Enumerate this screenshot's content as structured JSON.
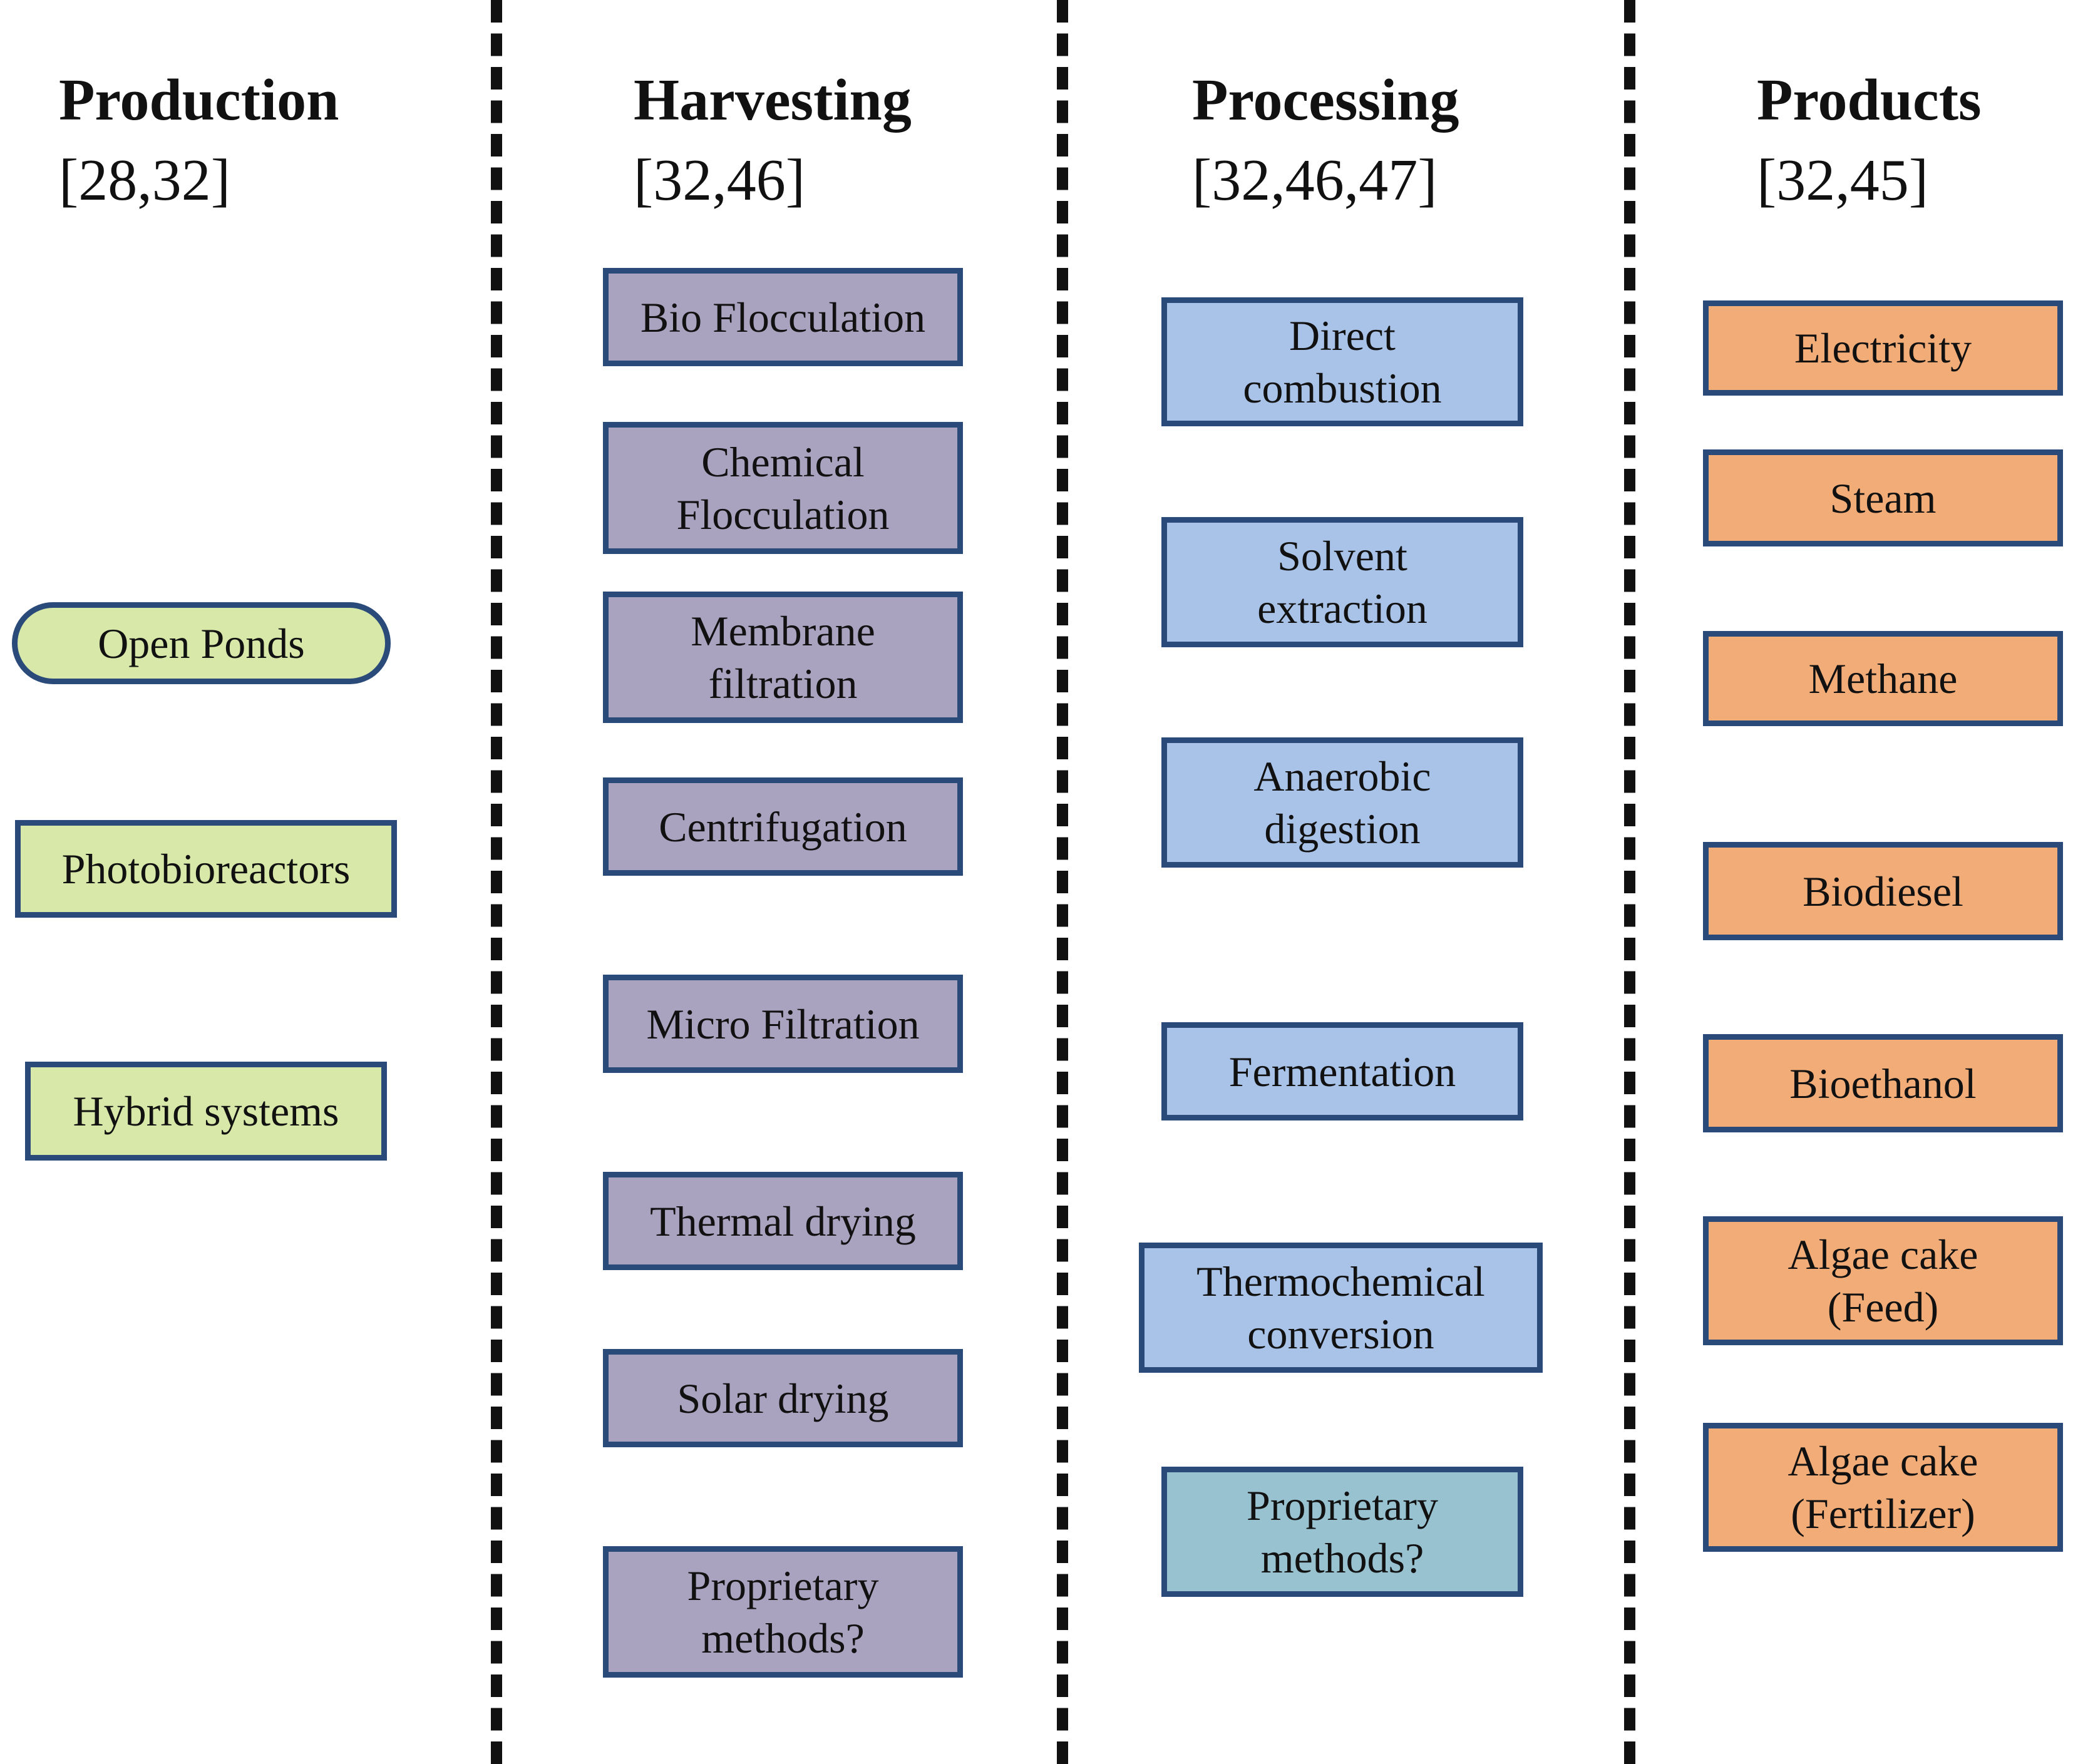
{
  "columns": [
    {
      "title": "Production",
      "refs": "[28,32]",
      "items": [
        "Open Ponds",
        "Photobioreactors",
        "Hybrid systems"
      ]
    },
    {
      "title": "Harvesting",
      "refs": "[32,46]",
      "items": [
        "Bio Flocculation",
        "Chemical\nFlocculation",
        "Membrane\nfiltration",
        "Centrifugation",
        "Micro Filtration",
        "Thermal drying",
        "Solar drying",
        "Proprietary\nmethods?"
      ]
    },
    {
      "title": "Processing",
      "refs": "[32,46,47]",
      "items": [
        "Direct\ncombustion",
        "Solvent\nextraction",
        "Anaerobic\ndigestion",
        "Fermentation",
        "Thermochemical\nconversion",
        "Proprietary\nmethods?"
      ]
    },
    {
      "title": "Products",
      "refs": "[32,45]",
      "items": [
        "Electricity",
        "Steam",
        "Methane",
        "Biodiesel",
        "Bioethanol",
        "Algae cake\n(Feed)",
        "Algae cake\n(Fertilizer)"
      ]
    }
  ],
  "colors": {
    "production": "#d7e8a8",
    "harvesting": "#aaa3c0",
    "processing": "#a9c3e8",
    "products": "#f2ac78",
    "border": "#2a4a7a"
  }
}
